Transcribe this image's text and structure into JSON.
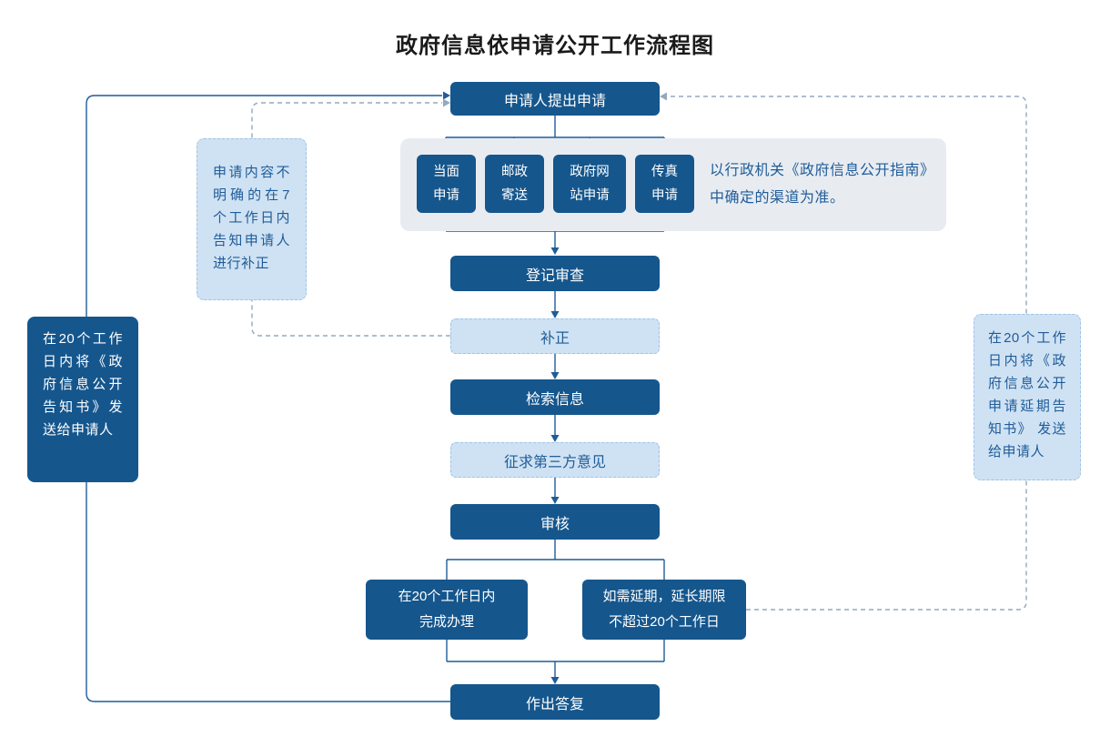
{
  "title": "政府信息依申请公开工作流程图",
  "flow": {
    "apply": "申请人提出申请",
    "channels": [
      {
        "label": "当面\n申请"
      },
      {
        "label": "邮政\n寄送"
      },
      {
        "label": "政府网\n站申请"
      },
      {
        "label": "传真\n申请"
      }
    ],
    "channel_note": "以行政机关《政府信息公开指南》中确定的渠道为准。",
    "register": "登记审查",
    "supplement": "补正",
    "search": "检索信息",
    "third_party": "征求第三方意见",
    "review": "审核",
    "complete": "在20个工作日内\n完成办理",
    "extend": "如需延期，延长期限\n不超过20个工作日",
    "reply": "作出答复"
  },
  "annotations": {
    "reply_notice": "在20个工作日内将《政府信息公开告知书》发送给申请人",
    "supplement_notice": "申请内容不明确的在7个工作日内告知申请人进行补正",
    "extension_notice": "在20个工作日内将《政府信息公开申请延期告知书》 发送给申请人"
  },
  "colors": {
    "primary": "#15568D",
    "light_fill": "#CFE2F3",
    "light_border": "#9DC3E6",
    "panel_fill": "#E8ECF1",
    "text_on_light": "#1F5C99",
    "solid_line": "#1F5C99",
    "dashed_line": "#93A9BE"
  }
}
